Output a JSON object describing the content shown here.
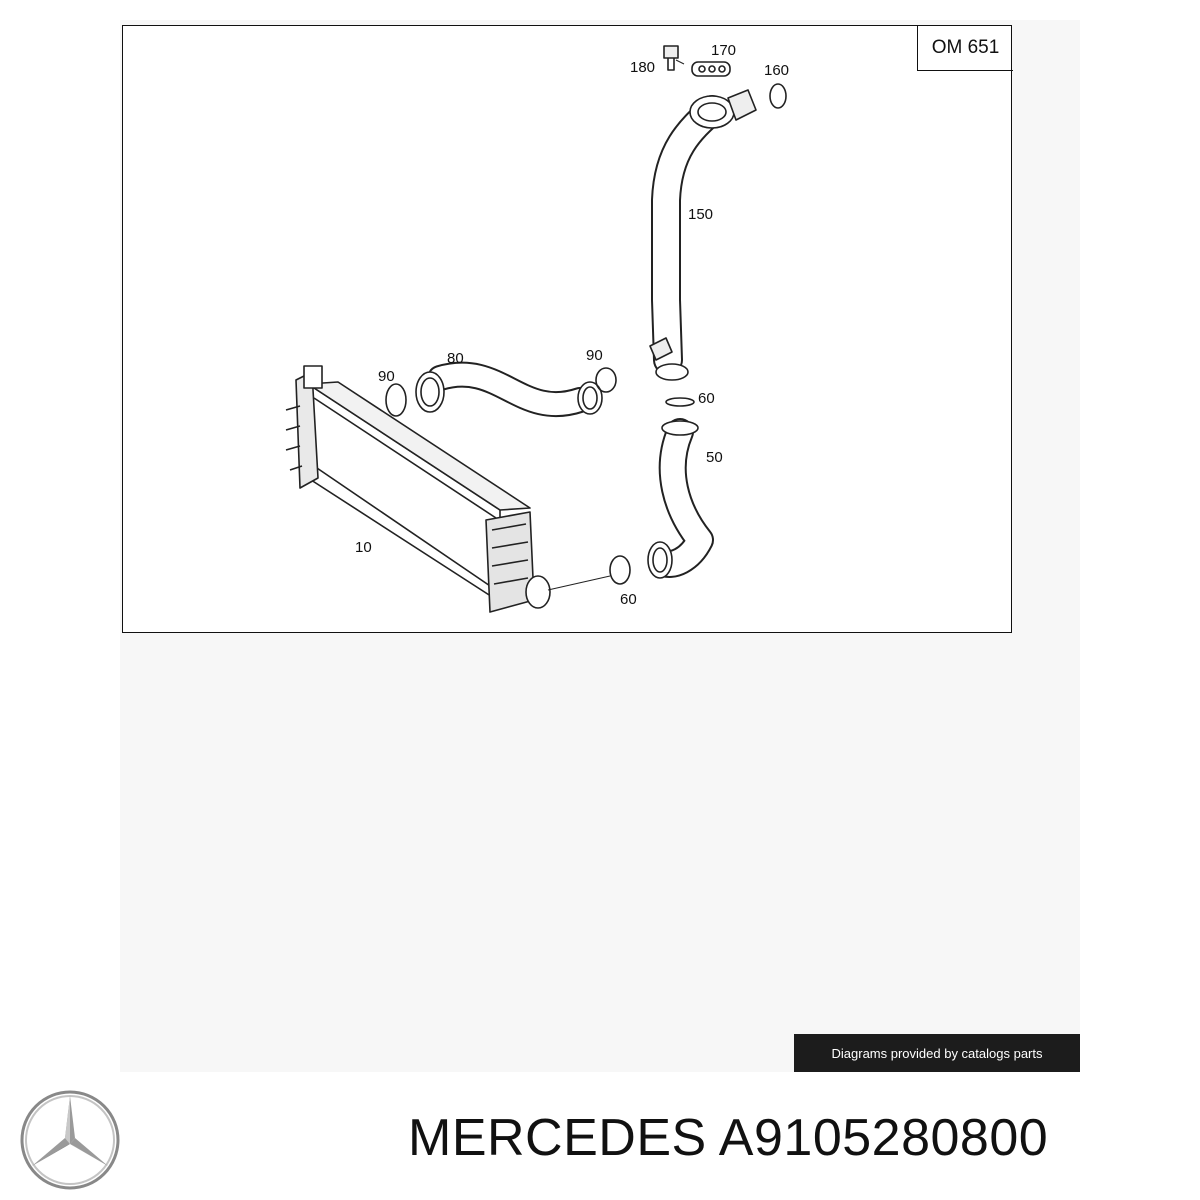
{
  "diagram": {
    "engine_code": "OM 651",
    "callouts": [
      "180",
      "170",
      "160",
      "150",
      "90",
      "80",
      "90",
      "60",
      "50",
      "10",
      "60"
    ]
  },
  "credit": "Diagrams provided by catalogs parts",
  "footer": {
    "brand": "MERCEDES",
    "part_number": "A9105280800"
  }
}
